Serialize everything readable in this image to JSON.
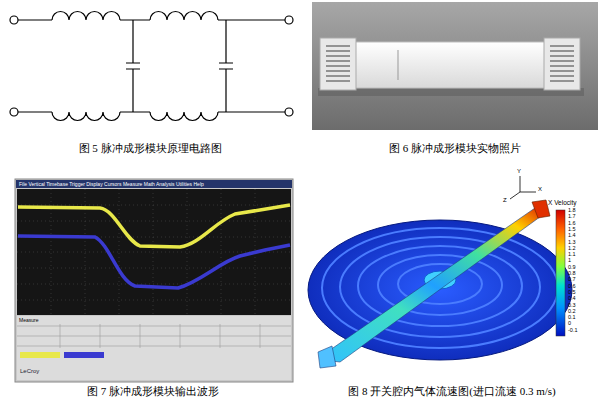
{
  "diagram": {
    "labels": [
      "图 5 脉冲成形模块原理电路图",
      "图 6 脉冲成形模块实物照片",
      "图 7 脉冲成形模块输出波形",
      "图 8 开关腔内气体流速图(进口流速 0.3 m/s)",
      "File Vertical Timebase Trigger Display Cursors Measure Math Analysis Utilities Help",
      "Measure",
      "LeCroy",
      "X Velocity",
      "1.8",
      "1.7",
      "1.6",
      "1.5",
      "1.4",
      "1.3",
      "1.2",
      "1.1",
      "1",
      "0.9",
      "0.8",
      "0.7",
      "0.6",
      "0.5",
      "0.4",
      "0.3",
      "0.2",
      "0.1",
      "0",
      "-0.1",
      "Y",
      "X",
      "Z"
    ]
  }
}
